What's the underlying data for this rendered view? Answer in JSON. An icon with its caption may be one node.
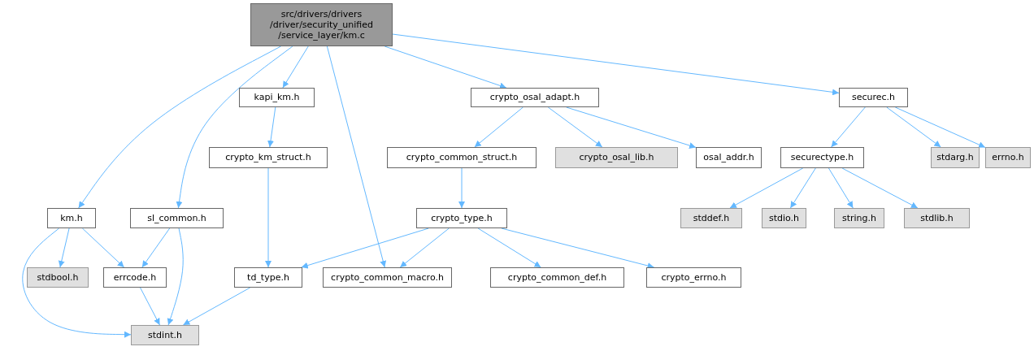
{
  "diagram": {
    "nodes": [
      {
        "text": [
          "src/drivers/drivers /driver/security_unified /service_layer/km.c"
        ]
      },
      {
        "text": [
          "kapi_km.h"
        ]
      },
      {
        "text": [
          "crypto_osal_adapt.h"
        ]
      },
      {
        "text": [
          "securec.h"
        ]
      },
      {
        "text": [
          "crypto_km_struct.h"
        ]
      },
      {
        "text": [
          "crypto_common_struct.h"
        ]
      },
      {
        "text": [
          "crypto_osal_lib.h"
        ]
      },
      {
        "text": [
          "osal_addr.h"
        ]
      },
      {
        "text": [
          "securectype.h"
        ]
      },
      {
        "text": [
          "stdarg.h"
        ]
      },
      {
        "text": [
          "errno.h"
        ]
      },
      {
        "text": [
          "km.h"
        ]
      },
      {
        "text": [
          "sl_common.h"
        ]
      },
      {
        "text": [
          "crypto_type.h"
        ]
      },
      {
        "text": [
          "stddef.h"
        ]
      },
      {
        "text": [
          "stdio.h"
        ]
      },
      {
        "text": [
          "string.h"
        ]
      },
      {
        "text": [
          "stdlib.h"
        ]
      },
      {
        "text": [
          "stdbool.h"
        ]
      },
      {
        "text": [
          "errcode.h"
        ]
      },
      {
        "text": [
          "td_type.h"
        ]
      },
      {
        "text": [
          "crypto_common_macro.h"
        ]
      },
      {
        "text": [
          "crypto_common_def.h"
        ]
      },
      {
        "text": [
          "crypto_errno.h"
        ]
      },
      {
        "text": [
          "stdint.h"
        ]
      }
    ],
    "edges": [
      {
        "from": 0,
        "to": 11,
        "arrow": "to"
      },
      {
        "from": 0,
        "to": 12,
        "arrow": "to"
      },
      {
        "from": 0,
        "to": 1,
        "arrow": "to"
      },
      {
        "from": 0,
        "to": 21,
        "arrow": "to"
      },
      {
        "from": 0,
        "to": 2,
        "arrow": "to"
      },
      {
        "from": 0,
        "to": 3,
        "arrow": "to"
      },
      {
        "from": 1,
        "to": 4,
        "arrow": "to"
      },
      {
        "from": 2,
        "to": 5,
        "arrow": "to"
      },
      {
        "from": 2,
        "to": 6,
        "arrow": "to"
      },
      {
        "from": 2,
        "to": 7,
        "arrow": "to"
      },
      {
        "from": 3,
        "to": 8,
        "arrow": "to"
      },
      {
        "from": 3,
        "to": 9,
        "arrow": "to"
      },
      {
        "from": 3,
        "to": 10,
        "arrow": "to"
      },
      {
        "from": 4,
        "to": 20,
        "arrow": "to"
      },
      {
        "from": 5,
        "to": 13,
        "arrow": "to"
      },
      {
        "from": 8,
        "to": 14,
        "arrow": "to"
      },
      {
        "from": 8,
        "to": 15,
        "arrow": "to"
      },
      {
        "from": 8,
        "to": 16,
        "arrow": "to"
      },
      {
        "from": 8,
        "to": 17,
        "arrow": "to"
      },
      {
        "from": 11,
        "to": 18,
        "arrow": "to"
      },
      {
        "from": 11,
        "to": 19,
        "arrow": "to"
      },
      {
        "from": 11,
        "to": 24,
        "arrow": "to"
      },
      {
        "from": 12,
        "to": 19,
        "arrow": "to"
      },
      {
        "from": 12,
        "to": 24,
        "arrow": "to"
      },
      {
        "from": 13,
        "to": 20,
        "arrow": "to"
      },
      {
        "from": 13,
        "to": 21,
        "arrow": "to"
      },
      {
        "from": 13,
        "to": 22,
        "arrow": "to"
      },
      {
        "from": 13,
        "to": 23,
        "arrow": "to"
      },
      {
        "from": 19,
        "to": 24,
        "arrow": "to"
      },
      {
        "from": 20,
        "to": 24,
        "arrow": "to"
      }
    ]
  }
}
